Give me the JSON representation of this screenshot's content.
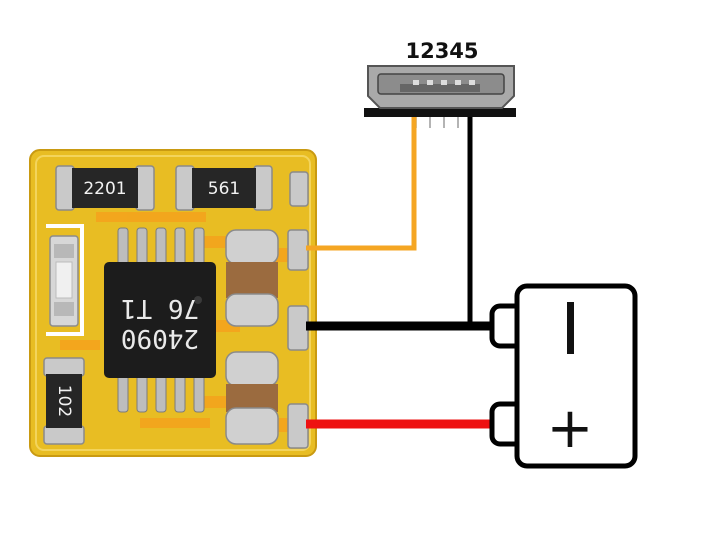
{
  "connector": {
    "pin_numbers": "12345"
  },
  "board": {
    "resistor_top_left": "2201",
    "resistor_top_mid": "561",
    "resistor_bottom_left": "102",
    "chip_line_1": "24090",
    "chip_line_2": "76 T1"
  },
  "battery": {
    "negative_sign": "−",
    "positive_sign": "+"
  },
  "colors": {
    "pcb": "#e8bd23",
    "pcb_edge": "#c99a12",
    "wire_vbus": "#f5a623",
    "wire_gnd": "#000000",
    "wire_pos": "#ee1111",
    "chip": "#1c1c1c"
  }
}
